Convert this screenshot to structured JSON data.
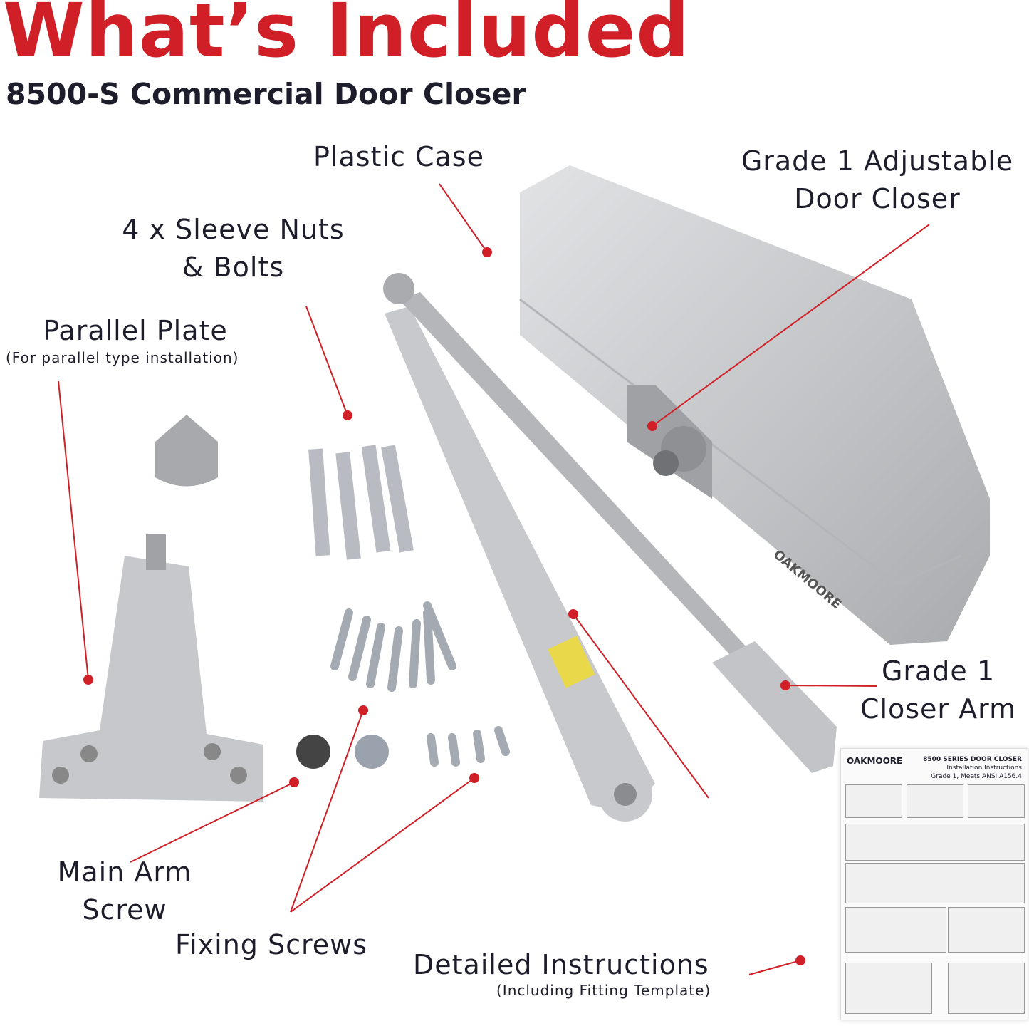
{
  "header": {
    "title": "What’s Included",
    "subtitle": "8500-S Commercial Door Closer"
  },
  "labels": {
    "plastic_case": "Plastic Case",
    "door_closer": [
      "Grade 1 Adjustable",
      "Door Closer"
    ],
    "sleeve_nuts": [
      "4 x Sleeve Nuts",
      "& Bolts"
    ],
    "parallel_plate": "Parallel Plate",
    "parallel_plate_note": "(For parallel type installation)",
    "closer_arm": [
      "Grade 1",
      "Closer Arm"
    ],
    "main_arm_screw": [
      "Main Arm",
      "Screw"
    ],
    "fixing_screws": "Fixing Screws",
    "instructions": "Detailed Instructions",
    "instructions_note": "(Including Fitting Template)"
  },
  "sheet": {
    "brand": "OAKMOORE",
    "title": "8500 SERIES DOOR CLOSER",
    "subtitle": "Installation Instructions",
    "grade": "Grade 1, Meets ANSI A156.4"
  },
  "colors": {
    "accent": "#d01f26",
    "text": "#1d1d2b",
    "metal": "#c4c6c9"
  }
}
